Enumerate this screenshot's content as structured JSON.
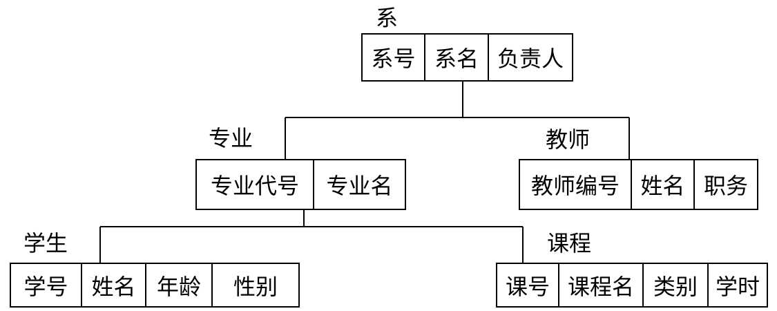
{
  "nodes": {
    "department": {
      "title": "系",
      "fields": [
        "系号",
        "系名",
        "负责人"
      ]
    },
    "major": {
      "title": "专业",
      "fields": [
        "专业代号",
        "专业名"
      ]
    },
    "teacher": {
      "title": "教师",
      "fields": [
        "教师编号",
        "姓名",
        "职务"
      ]
    },
    "student": {
      "title": "学生",
      "fields": [
        "学号",
        "姓名",
        "年龄",
        "性别"
      ]
    },
    "course": {
      "title": "课程",
      "fields": [
        "课号",
        "课程名",
        "类别",
        "学时"
      ]
    }
  }
}
